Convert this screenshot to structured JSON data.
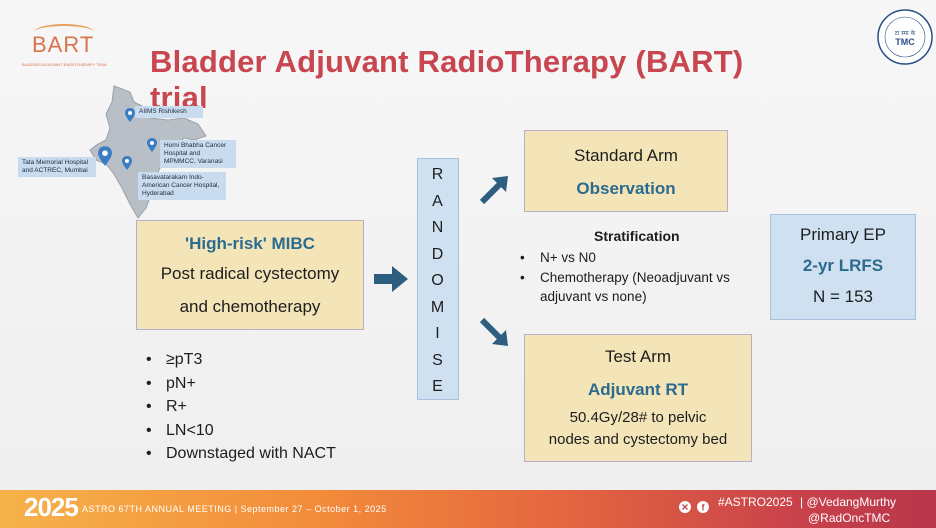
{
  "header": {
    "title": "Bladder Adjuvant RadioTherapy (BART) trial",
    "logo_text": "BART",
    "logo_subtext": "BLADDER ADJUVANT RADIOTHERAPY TRIAL",
    "tmc_logo_text": "TMC",
    "tmc_logo_hindi": "टा स्मा के"
  },
  "map": {
    "sites": [
      "AIIMS Rishikesh",
      "Homi Bhabha Cancer Hospital and MPMMCC, Varanasi",
      "Tata Memorial Hospital and ACTREC, Mumbai",
      "Basavatarakam Indo-American Cancer Hospital, Hyderabad"
    ]
  },
  "population": {
    "heading": "'High-risk' MIBC",
    "line1": "Post radical cystectomy",
    "line2": "and chemotherapy",
    "criteria": [
      "≥pT3",
      "pN+",
      "R+",
      "LN<10",
      "Downstaged with NACT"
    ]
  },
  "randomise": {
    "letters": [
      "R",
      "A",
      "N",
      "D",
      "O",
      "M",
      "I",
      "S",
      "E"
    ]
  },
  "standard_arm": {
    "title": "Standard Arm",
    "treatment": "Observation"
  },
  "stratification": {
    "title": "Stratification",
    "items": [
      "N+ vs N0",
      "Chemotherapy (Neoadjuvant vs adjuvant vs none)"
    ]
  },
  "test_arm": {
    "title": "Test Arm",
    "treatment": "Adjuvant RT",
    "detail1": "50.4Gy/28# to pelvic",
    "detail2": "nodes and cystectomy bed"
  },
  "endpoint": {
    "title": "Primary EP",
    "value": "2-yr LRFS",
    "n": "N = 153"
  },
  "footer": {
    "year": "2025",
    "meeting": "ASTRO 67TH ANNUAL MEETING  |  September 27 – October 1, 2025",
    "hashtag": "#ASTRO2025",
    "handle1": "| @VedangMurthy",
    "handle2": "@RadOncTMC"
  },
  "colors": {
    "title": "#c8464f",
    "accent_teal": "#2c6b8e",
    "tan_box": "#f3e5b8",
    "blue_box": "#cfe1f1",
    "arrow": "#2d5d7f"
  }
}
